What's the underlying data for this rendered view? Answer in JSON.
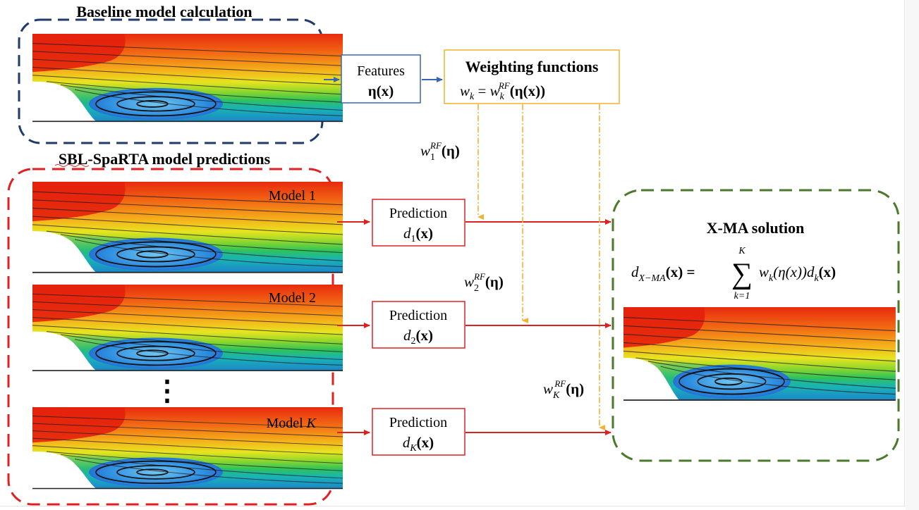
{
  "baseline_title": "Baseline model calculation",
  "sparta_title": "SBL-SpaRTA model predictions",
  "features": {
    "label": "Features",
    "formula": "η(x)"
  },
  "weighting": {
    "title": "Weighting functions",
    "formula_lhs": "w",
    "formula_sub": "k",
    "formula_eq": " = ",
    "formula_rhs_w": "w",
    "formula_rhs_sub": "k",
    "formula_rhs_sup": "RF",
    "formula_rhs_arg": "(η(x))"
  },
  "weights": [
    {
      "w": "w",
      "sub": "1",
      "sup": "RF",
      "arg": "(η)"
    },
    {
      "w": "w",
      "sub": "2",
      "sup": "RF",
      "arg": "(η)"
    },
    {
      "w": "w",
      "sub": "K",
      "sup": "RF",
      "arg": "(η)"
    }
  ],
  "models": [
    {
      "label": "Model 1",
      "label_it": ""
    },
    {
      "label": "Model 2",
      "label_it": ""
    },
    {
      "label": "Model ",
      "label_it": "K"
    }
  ],
  "predictions": [
    {
      "title": "Prediction",
      "d": "d",
      "sub": "1",
      "arg": "(x)"
    },
    {
      "title": "Prediction",
      "d": "d",
      "sub": "2",
      "arg": "(x)"
    },
    {
      "title": "Prediction",
      "d": "d",
      "sub": "K",
      "arg": "(x)"
    }
  ],
  "ellipsis": "⋮",
  "xma": {
    "title": "X-MA solution",
    "lhs_d": "d",
    "lhs_sub": "X−MA",
    "lhs_arg": "(x) = ",
    "sum": "∑",
    "sum_top": "K",
    "sum_bottom": "k=1",
    "rhs_w": "w",
    "rhs_w_sub": "k",
    "rhs_mid": "(η(x))",
    "rhs_d": "d",
    "rhs_d_sub": "k",
    "rhs_arg": "(x)"
  },
  "colors": {
    "navy": "#1f3a6b",
    "red": "#e02020",
    "green": "#4a7a2a",
    "blue": "#3567b5",
    "orange": "#f2b22e"
  }
}
